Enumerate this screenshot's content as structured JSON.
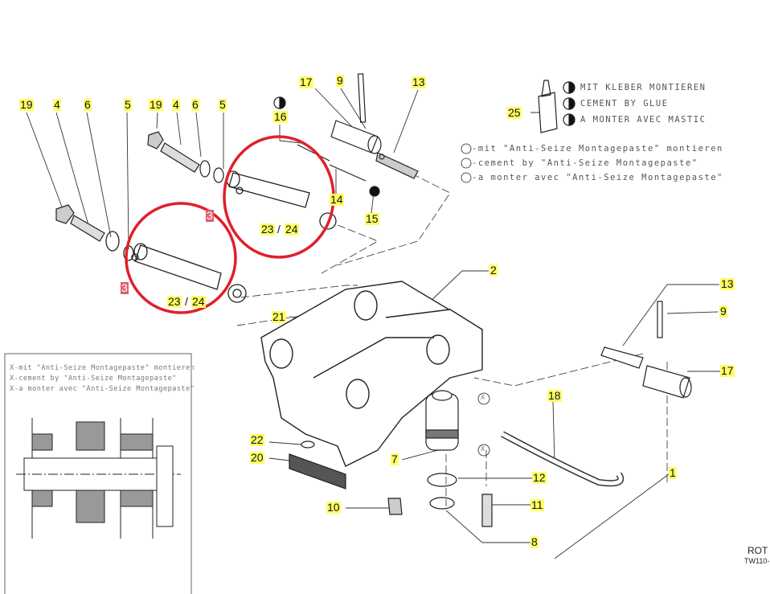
{
  "callouts": {
    "c19a": "19",
    "c4a": "4",
    "c6a": "6",
    "c5a": "5",
    "c19b": "19",
    "c4b": "4",
    "c6b": "6",
    "c5b": "5",
    "c17a": "17",
    "c9a": "9",
    "c13a": "13",
    "c16": "16",
    "c25": "25",
    "c14": "14",
    "c15": "15",
    "c23a": "23",
    "c24a": "24",
    "c3a": "3",
    "c3b": "3",
    "c23b": "23",
    "c24b": "24",
    "slash": "/",
    "c2": "2",
    "c21": "21",
    "c13b": "13",
    "c9b": "9",
    "c17b": "17",
    "c18": "18",
    "c22": "22",
    "c20": "20",
    "c7": "7",
    "c12": "12",
    "c11": "11",
    "c10": "10",
    "c8": "8",
    "c1": "1"
  },
  "legend_glue": [
    "MIT KLEBER MONTIEREN",
    "CEMENT BY GLUE",
    "A MONTER AVEC MASTIC"
  ],
  "legend_antiseize": [
    "-mit \"Anti-Seize Montagepaste\" montieren",
    "-cement by \"Anti-Seize Montagepaste\"",
    "-a monter avec \"Anti-Seize Montagepaste\""
  ],
  "inset_legend": [
    "X-mit \"Anti-Seize Montagepaste\" montieren",
    "X-cement by \"Anti-Seize Montagepaste\"",
    "X-a monter avec \"Anti-Seize Montagepaste\""
  ],
  "marker_x": "X",
  "footer": {
    "code": "ROT",
    "drawing_no": "TW110-"
  },
  "colors": {
    "highlight": "#ffff66",
    "circle": "#e0202a",
    "red_label": "#e06070"
  }
}
